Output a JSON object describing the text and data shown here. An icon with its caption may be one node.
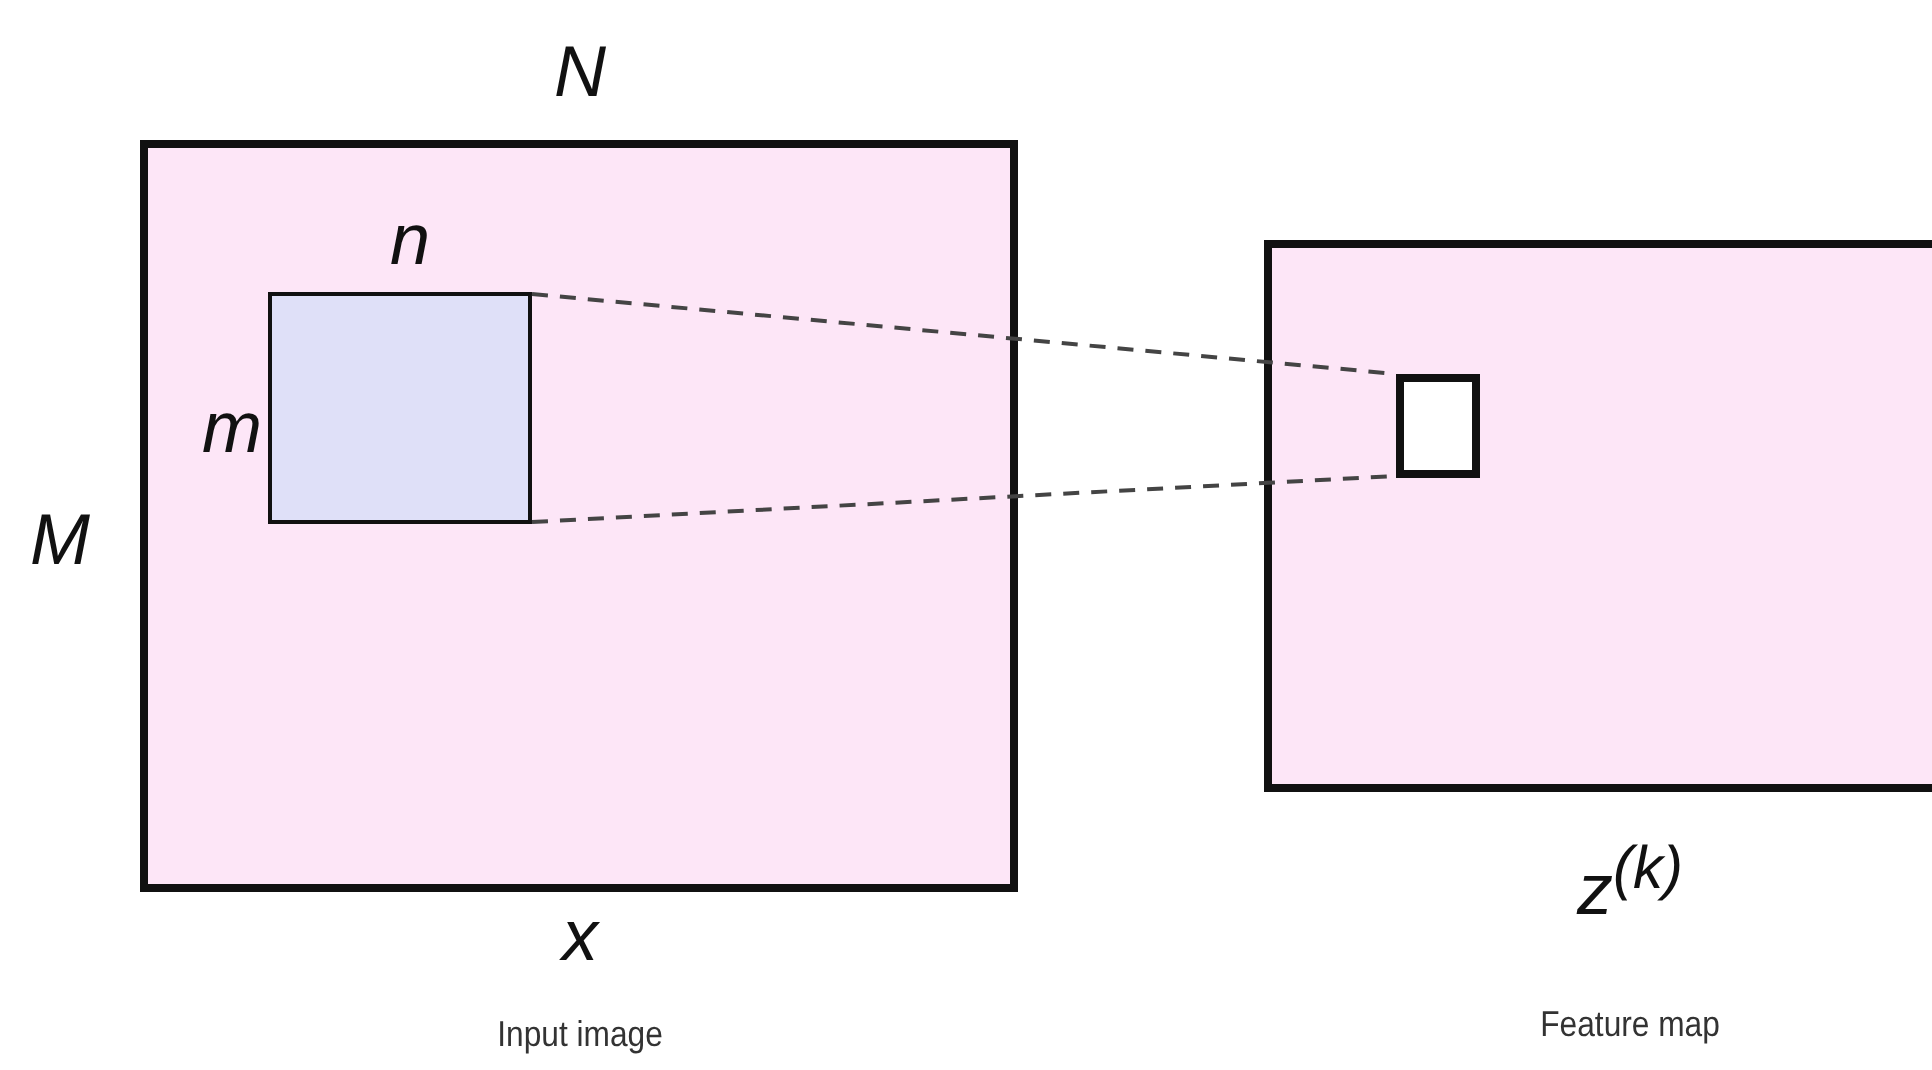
{
  "diagram": {
    "nodes": [
      {
        "text": [],
        "shape": "box",
        "beside": [
          "N",
          "M",
          "x",
          "Input image"
        ]
      },
      {
        "text": [],
        "shape": "box",
        "in": 0,
        "beside": [
          "n",
          "m"
        ]
      },
      {
        "text": [],
        "shape": "box",
        "beside": [
          "z$^{(k)}$",
          "Feature map"
        ]
      },
      {
        "text": [],
        "shape": "box",
        "in": 2
      }
    ],
    "edges": [
      {
        "from": 1,
        "to": 3,
        "arrow": "none",
        "style": "dashed"
      },
      {
        "from": 1,
        "to": 3,
        "arrow": "none",
        "style": "dashed"
      }
    ]
  }
}
